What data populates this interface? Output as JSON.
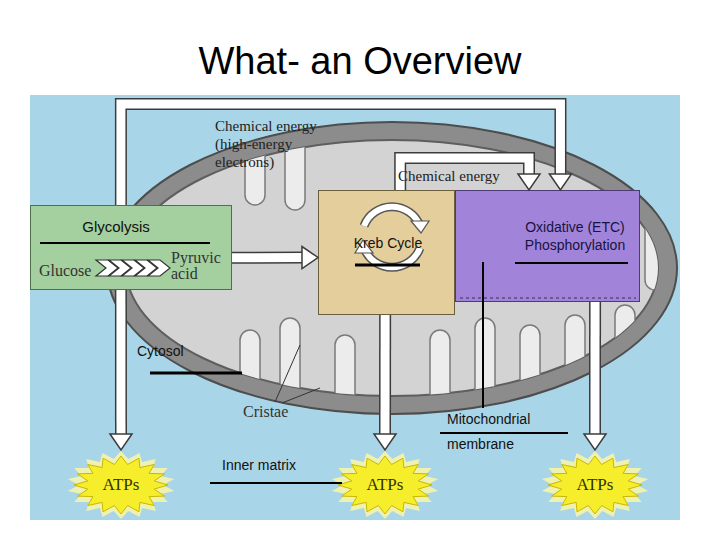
{
  "diagram": {
    "title": "What- an Overview",
    "nodes": [
      {
        "text": [
          "Glycolysis",
          "Glucose",
          "Pyruvic acid"
        ]
      },
      {
        "text": [
          "Kreb Cycle"
        ]
      },
      {
        "text": [
          "Oxidative (ETC) Phosphorylation"
        ]
      },
      {
        "text": [
          "ATPs"
        ]
      },
      {
        "text": [
          "ATPs"
        ]
      },
      {
        "text": [
          "ATPs"
        ]
      }
    ],
    "edges": [
      {
        "from": 0,
        "to": 1,
        "arrow": "to"
      },
      {
        "from": 0,
        "to": 2,
        "label": "Chemical energy (high-energy electrons)",
        "arrow": "to"
      },
      {
        "from": 1,
        "to": 2,
        "label": "Chemical energy",
        "arrow": "to"
      },
      {
        "from": 0,
        "to": 3,
        "arrow": "to"
      },
      {
        "from": 1,
        "to": 4,
        "arrow": "to"
      },
      {
        "from": 2,
        "to": 5,
        "arrow": "to"
      }
    ],
    "labels": [
      "Cytosol",
      "Cristae",
      "Inner matrix",
      "Mitochondrial membrane"
    ]
  }
}
